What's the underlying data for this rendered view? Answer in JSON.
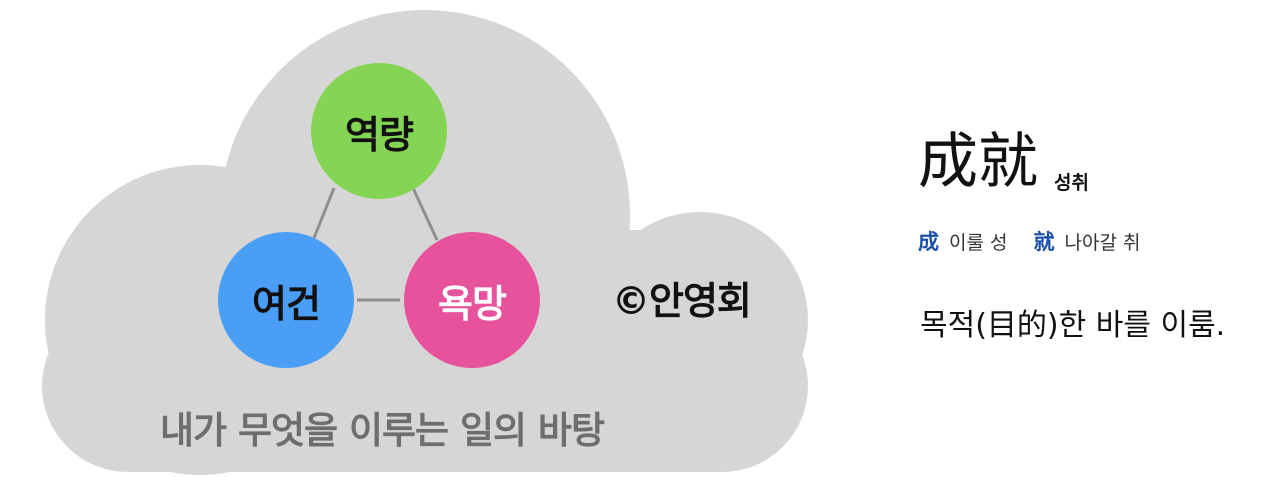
{
  "diagram": {
    "nodes": {
      "top": "역량",
      "left": "여건",
      "right": "욕망"
    },
    "copyright": "©안영회",
    "caption": "내가 무엇을 이루는 일의 바탕",
    "colors": {
      "cloud": "#d6d6d6",
      "top_node": "#84d553",
      "left_node": "#4a9ef5",
      "right_node": "#e7529d",
      "connector": "#8f8f8f"
    }
  },
  "definition_panel": {
    "word": "成就",
    "reading": "성취",
    "characters": [
      {
        "char": "成",
        "meaning": "이룰 성"
      },
      {
        "char": "就",
        "meaning": "나아갈 취"
      }
    ],
    "definition": "목적(目的)한 바를 이룸.",
    "accent_color": "#1b4fa8"
  }
}
